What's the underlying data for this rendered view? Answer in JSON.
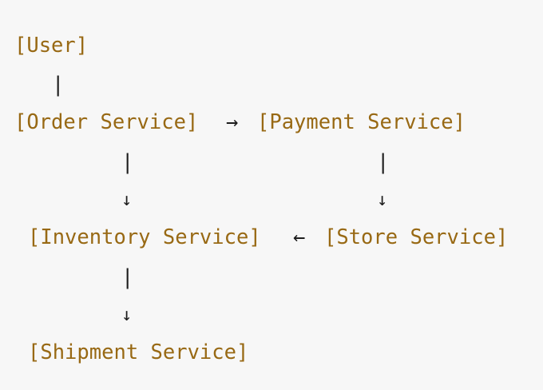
{
  "diagram": {
    "nodes": {
      "user": "[User]",
      "order_service": "[Order Service]",
      "payment_service": "[Payment Service]",
      "inventory_service": "[Inventory Service]",
      "store_service": "[Store Service]",
      "shipment_service": "[Shipment Service]"
    },
    "symbols": {
      "vertical_bar": "|",
      "arrow_right": "→",
      "arrow_left": "←",
      "arrow_down": "↓"
    },
    "colors": {
      "node_text": "#986914",
      "connector": "#1d1d1d",
      "background": "#f7f7f7"
    }
  }
}
